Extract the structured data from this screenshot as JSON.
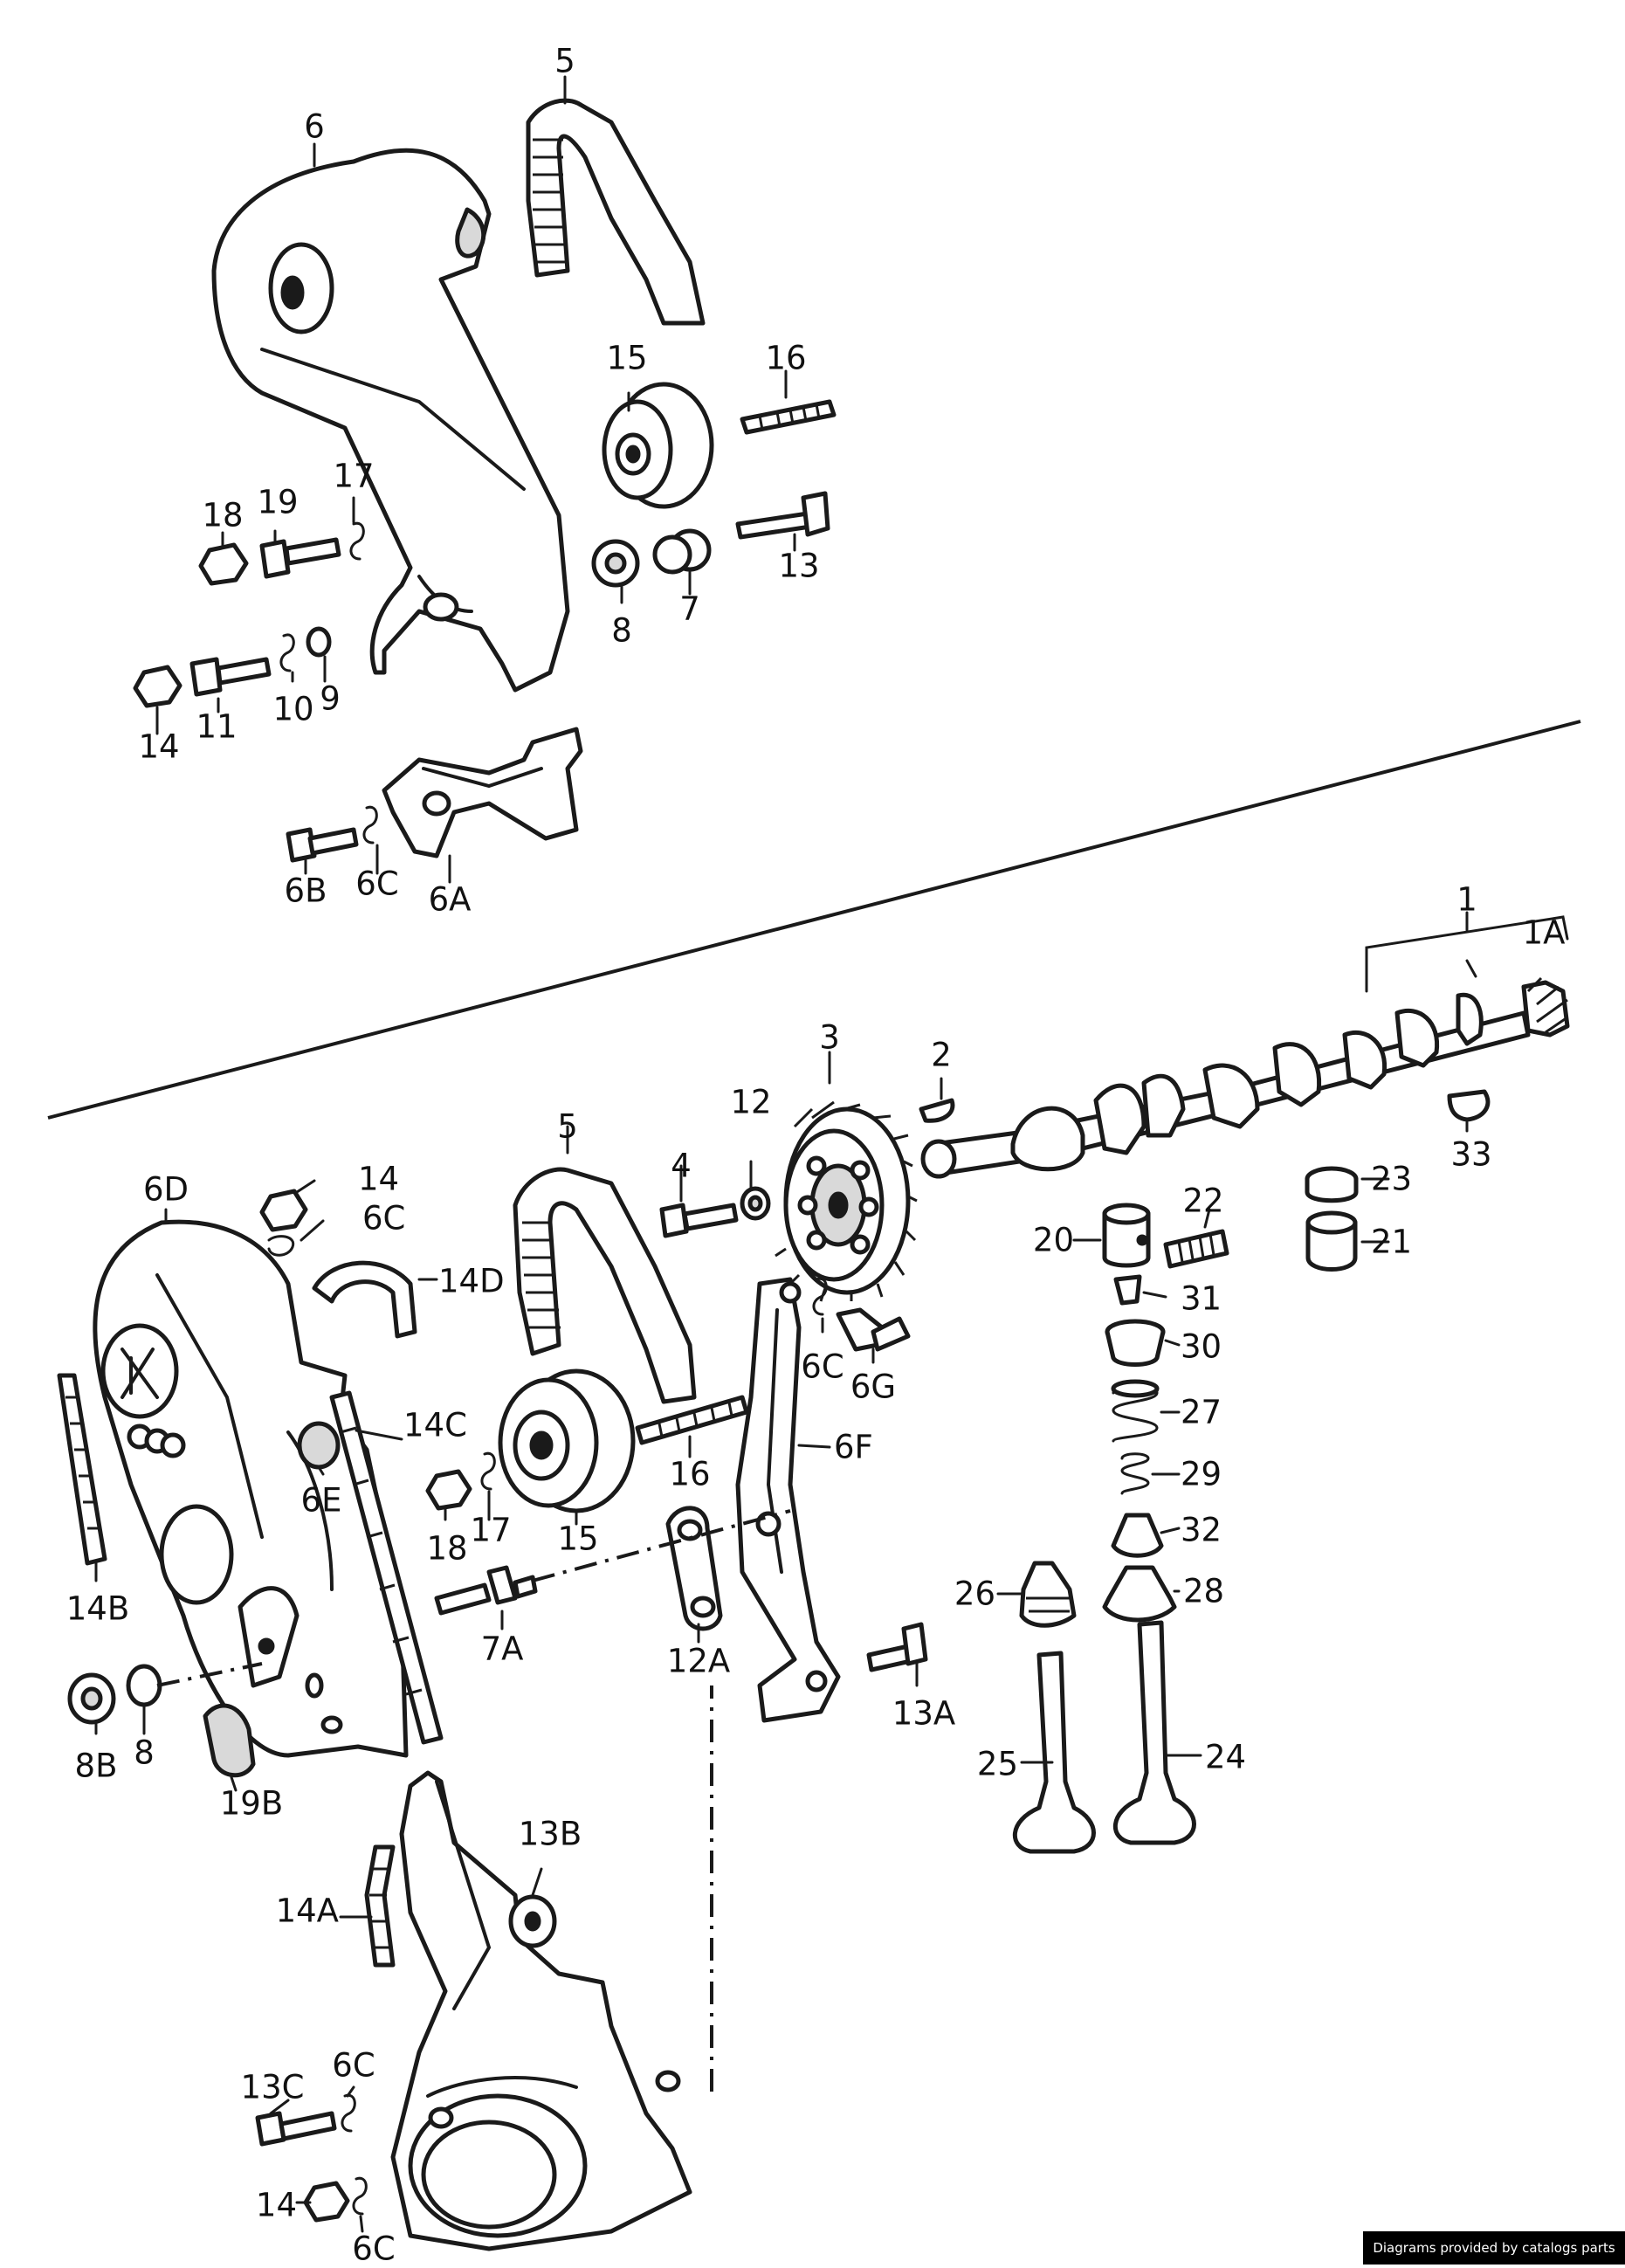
{
  "labels": {
    "top_5": "5",
    "top_6": "6",
    "top_15": "15",
    "top_16": "16",
    "top_17": "17",
    "top_18": "18",
    "top_19": "19",
    "top_13": "13",
    "top_8": "8",
    "top_7": "7",
    "top_14": "14",
    "top_11": "11",
    "top_10": "10",
    "top_9": "9",
    "top_6B": "6B",
    "top_6C": "6C",
    "top_6A": "6A",
    "p_1": "1",
    "p_1A": "1A",
    "p_3": "3",
    "p_2": "2",
    "p_33": "33",
    "p_5": "5",
    "p_4": "4",
    "p_12": "12",
    "p_6D": "6D",
    "p_14": "14",
    "p_6C_a": "6C",
    "p_14D": "14D",
    "p_20": "20",
    "p_22": "22",
    "p_23": "23",
    "p_21": "21",
    "p_31": "31",
    "p_30": "30",
    "p_27": "27",
    "p_29": "29",
    "p_32": "32",
    "p_26": "26",
    "p_28": "28",
    "p_6C_b": "6C",
    "p_6G": "6G",
    "p_6F": "6F",
    "p_14C": "14C",
    "p_6E": "6E",
    "p_16": "16",
    "p_15": "15",
    "p_18": "18",
    "p_17": "17",
    "p_14B": "14B",
    "p_7A": "7A",
    "p_12A": "12A",
    "p_13A": "13A",
    "p_8B": "8B",
    "p_8": "8",
    "p_19B": "19B",
    "p_25": "25",
    "p_24": "24",
    "p_13B": "13B",
    "p_14A": "14A",
    "p_13C": "13C",
    "p_6C_c": "6C",
    "p_14_b": "14",
    "p_6C_d": "6C"
  },
  "credit": "Diagrams provided by catalogs parts"
}
